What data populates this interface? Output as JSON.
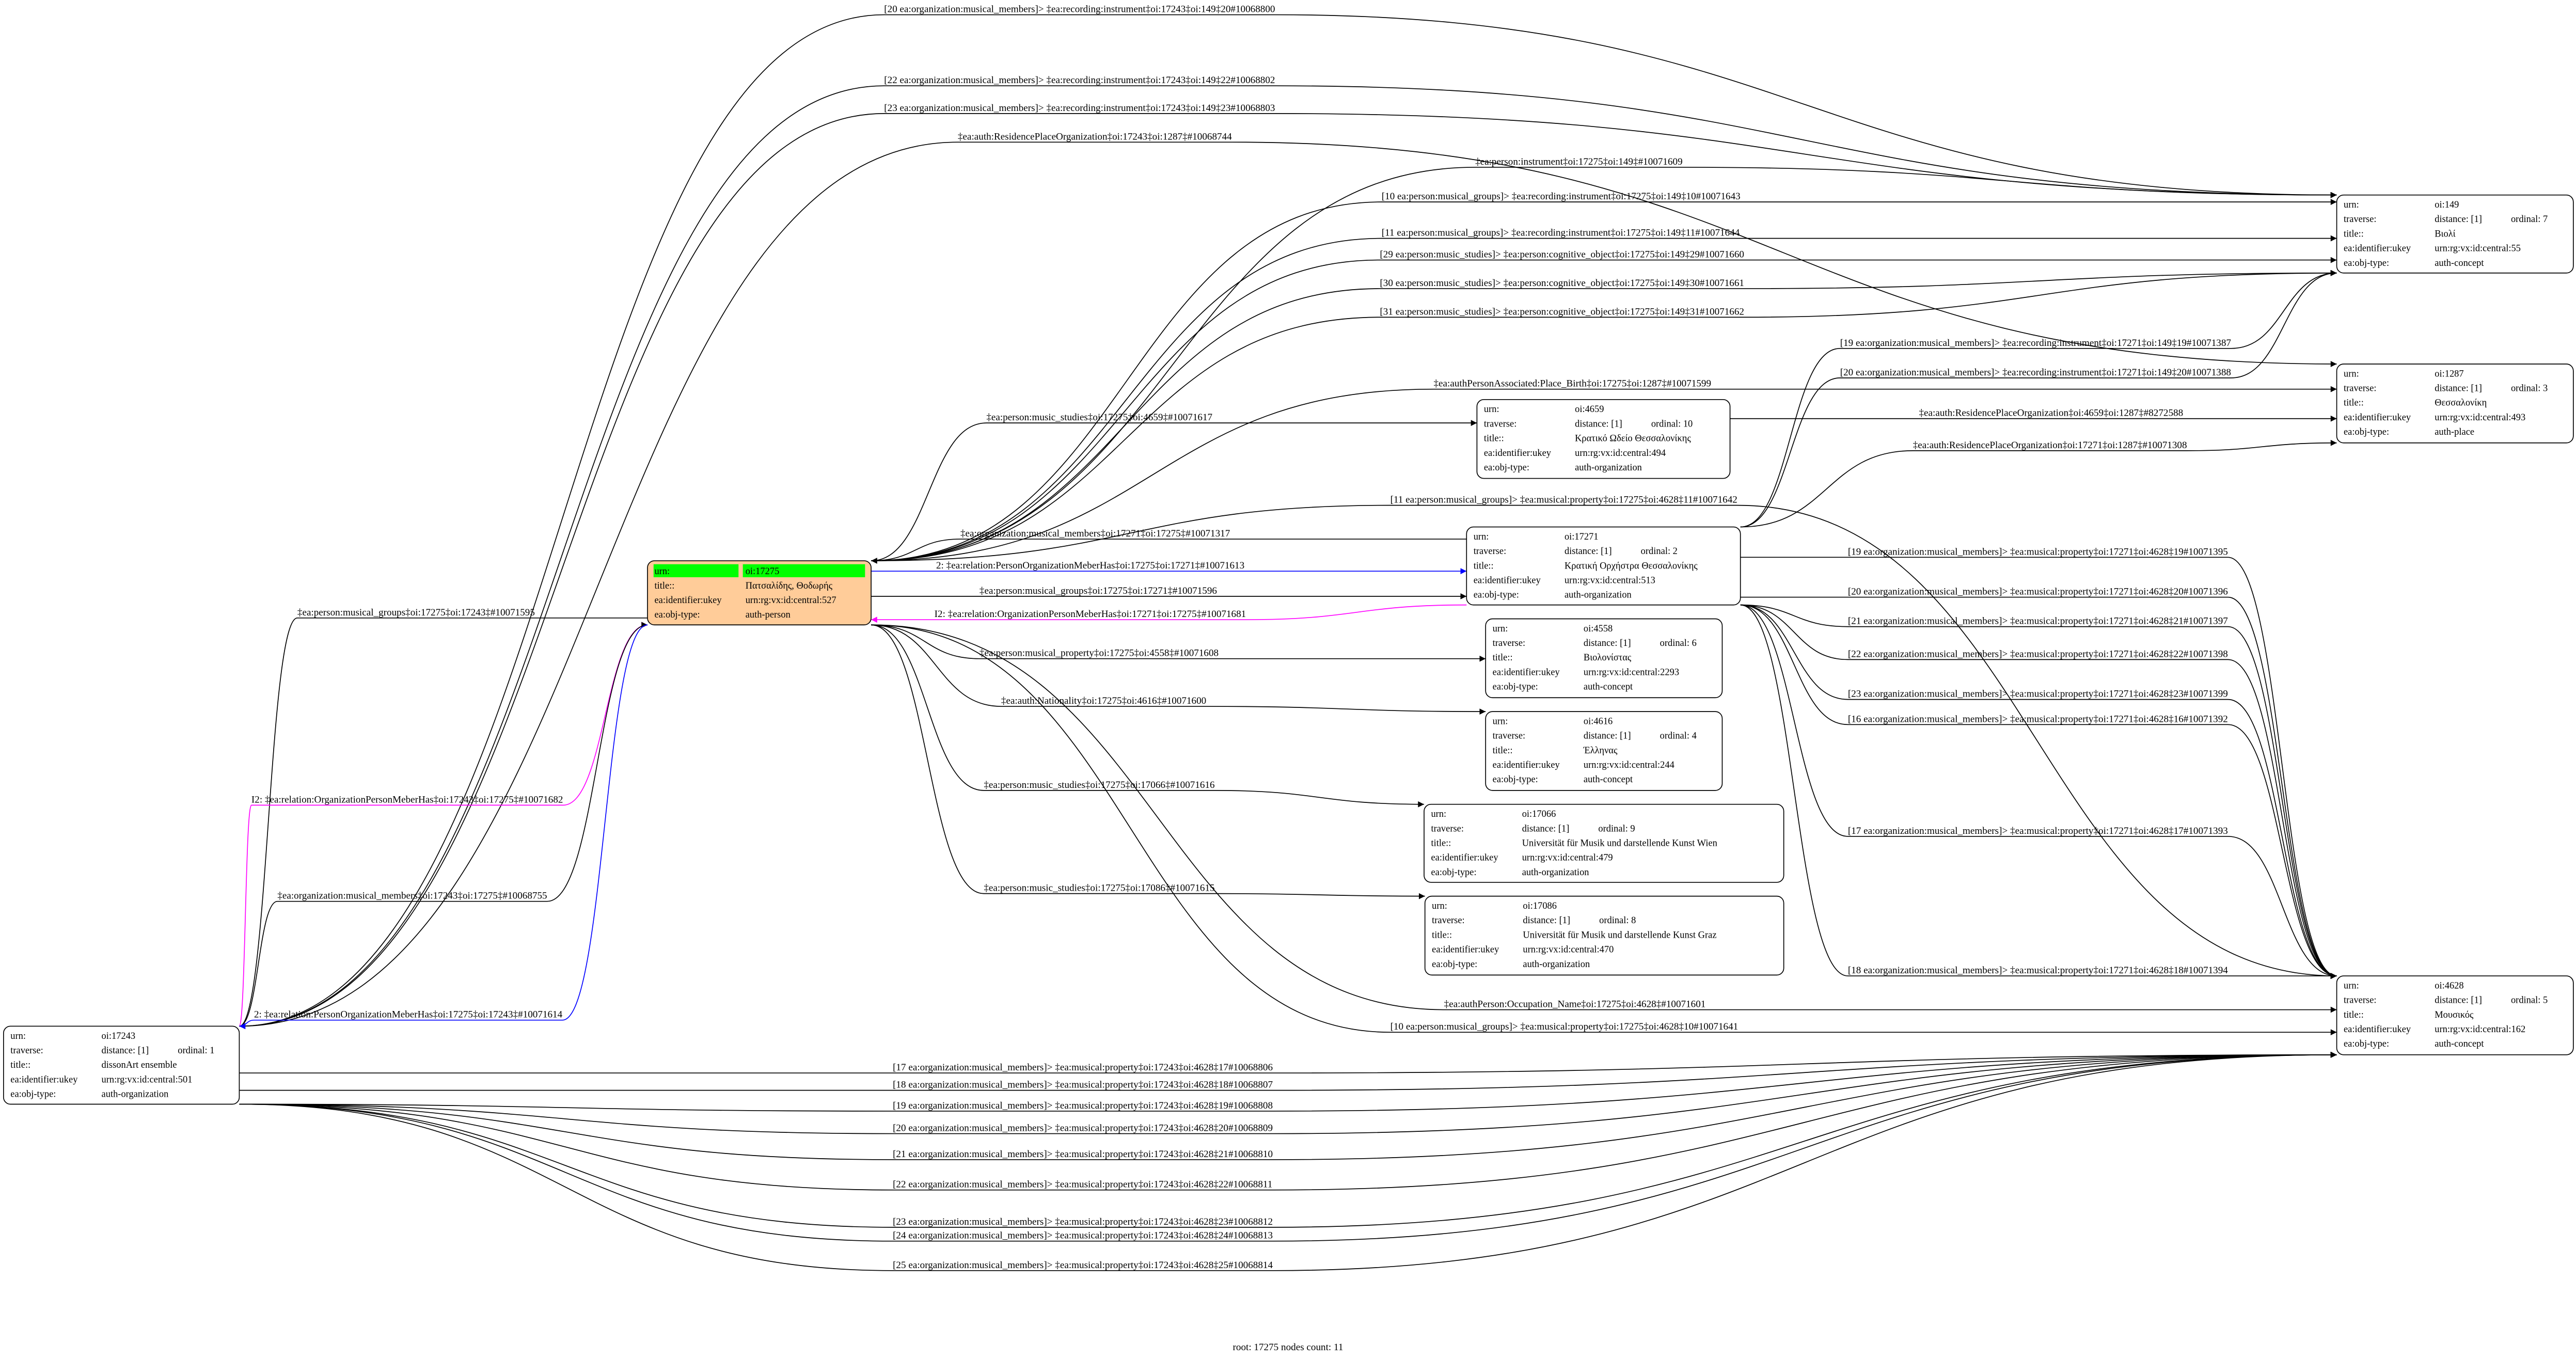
{
  "field_labels": {
    "urn": "urn:",
    "traverse": "traverse:",
    "title": "title::",
    "ukey": "ea:identifier:ukey",
    "objtype": "ea:obj-type:"
  },
  "colors": {
    "root_fill": "#ffcc99",
    "root_header": "#00ff00",
    "default_edge": "#000000",
    "relation_edge": "#0000ff",
    "inverse_relation_edge": "#ff00ff"
  },
  "nodes": [
    {
      "id": "oi:17275",
      "root": true,
      "urn": "oi:17275",
      "title": "Πατσαλίδης, Θοδωρής",
      "ukey": "urn:rg:vx:id:central:527",
      "objtype": "auth-person"
    },
    {
      "id": "oi:17243",
      "urn": "oi:17243",
      "distance": "distance: [1]",
      "ordinal": "ordinal: 1",
      "title": "dissonArt ensemble",
      "ukey": "urn:rg:vx:id:central:501",
      "objtype": "auth-organization"
    },
    {
      "id": "oi:4659",
      "urn": "oi:4659",
      "distance": "distance: [1]",
      "ordinal": "ordinal: 10",
      "title": "Κρατικό Ωδείο Θεσσαλονίκης",
      "ukey": "urn:rg:vx:id:central:494",
      "objtype": "auth-organization"
    },
    {
      "id": "oi:17271",
      "urn": "oi:17271",
      "distance": "distance: [1]",
      "ordinal": "ordinal: 2",
      "title": "Κρατική Ορχήστρα Θεσσαλονίκης",
      "ukey": "urn:rg:vx:id:central:513",
      "objtype": "auth-organization"
    },
    {
      "id": "oi:4558",
      "urn": "oi:4558",
      "distance": "distance: [1]",
      "ordinal": "ordinal: 6",
      "title": "Βιολονίστας",
      "ukey": "urn:rg:vx:id:central:2293",
      "objtype": "auth-concept"
    },
    {
      "id": "oi:4616",
      "urn": "oi:4616",
      "distance": "distance: [1]",
      "ordinal": "ordinal: 4",
      "title": "Έλληνας",
      "ukey": "urn:rg:vx:id:central:244",
      "objtype": "auth-concept"
    },
    {
      "id": "oi:17066",
      "urn": "oi:17066",
      "distance": "distance: [1]",
      "ordinal": "ordinal: 9",
      "title": "Universität für Musik und darstellende Kunst Wien",
      "ukey": "urn:rg:vx:id:central:479",
      "objtype": "auth-organization"
    },
    {
      "id": "oi:17086",
      "urn": "oi:17086",
      "distance": "distance: [1]",
      "ordinal": "ordinal: 8",
      "title": "Universität für Musik und darstellende Kunst Graz",
      "ukey": "urn:rg:vx:id:central:470",
      "objtype": "auth-organization"
    },
    {
      "id": "oi:149",
      "urn": "oi:149",
      "distance": "distance: [1]",
      "ordinal": "ordinal: 7",
      "title": "Βιολί",
      "ukey": "urn:rg:vx:id:central:55",
      "objtype": "auth-concept"
    },
    {
      "id": "oi:1287",
      "urn": "oi:1287",
      "distance": "distance: [1]",
      "ordinal": "ordinal: 3",
      "title": "Θεσσαλονίκη",
      "ukey": "urn:rg:vx:id:central:493",
      "objtype": "auth-place"
    },
    {
      "id": "oi:4628",
      "urn": "oi:4628",
      "distance": "distance: [1]",
      "ordinal": "ordinal: 5",
      "title": "Μουσικός",
      "ukey": "urn:rg:vx:id:central:162",
      "objtype": "auth-concept"
    }
  ],
  "edges": [
    {
      "from": "oi:17243",
      "to": "oi:149",
      "label": "[20 ea:organization:musical_members]> ‡ea:recording:instrument‡oi:17243‡oi:149‡20#10068800"
    },
    {
      "from": "oi:17243",
      "to": "oi:149",
      "label": "[22 ea:organization:musical_members]> ‡ea:recording:instrument‡oi:17243‡oi:149‡22#10068802"
    },
    {
      "from": "oi:17243",
      "to": "oi:149",
      "label": "[23 ea:organization:musical_members]> ‡ea:recording:instrument‡oi:17243‡oi:149‡23#10068803"
    },
    {
      "from": "oi:17243",
      "to": "oi:1287",
      "label": "‡ea:auth:ResidencePlaceOrganization‡oi:17243‡oi:1287‡#10068744"
    },
    {
      "from": "oi:17275",
      "to": "oi:149",
      "label": "‡ea:person:instrument‡oi:17275‡oi:149‡#10071609"
    },
    {
      "from": "oi:17275",
      "to": "oi:149",
      "label": "[10 ea:person:musical_groups]> ‡ea:recording:instrument‡oi:17275‡oi:149‡10#10071643"
    },
    {
      "from": "oi:17275",
      "to": "oi:149",
      "label": "[11 ea:person:musical_groups]> ‡ea:recording:instrument‡oi:17275‡oi:149‡11#10071644"
    },
    {
      "from": "oi:17275",
      "to": "oi:149",
      "label": "[29 ea:person:music_studies]> ‡ea:person:cognitive_object‡oi:17275‡oi:149‡29#10071660"
    },
    {
      "from": "oi:17275",
      "to": "oi:149",
      "label": "[30 ea:person:music_studies]> ‡ea:person:cognitive_object‡oi:17275‡oi:149‡30#10071661"
    },
    {
      "from": "oi:17275",
      "to": "oi:149",
      "label": "[31 ea:person:music_studies]> ‡ea:person:cognitive_object‡oi:17275‡oi:149‡31#10071662"
    },
    {
      "from": "oi:17271",
      "to": "oi:149",
      "label": "[19 ea:organization:musical_members]> ‡ea:recording:instrument‡oi:17271‡oi:149‡19#10071387"
    },
    {
      "from": "oi:17271",
      "to": "oi:149",
      "label": "[20 ea:organization:musical_members]> ‡ea:recording:instrument‡oi:17271‡oi:149‡20#10071388"
    },
    {
      "from": "oi:17275",
      "to": "oi:1287",
      "label": "‡ea:authPersonAssociated:Place_Birth‡oi:17275‡oi:1287‡#10071599"
    },
    {
      "from": "oi:4659",
      "to": "oi:1287",
      "label": "‡ea:auth:ResidencePlaceOrganization‡oi:4659‡oi:1287‡#8272588"
    },
    {
      "from": "oi:17275",
      "to": "oi:4659",
      "label": "‡ea:person:music_studies‡oi:17275‡oi:4659‡#10071617"
    },
    {
      "from": "oi:17271",
      "to": "oi:1287",
      "label": "‡ea:auth:ResidencePlaceOrganization‡oi:17271‡oi:1287‡#10071308"
    },
    {
      "from": "oi:17275",
      "to": "oi:4628",
      "label": "[11 ea:person:musical_groups]> ‡ea:musical:property‡oi:17275‡oi:4628‡11#10071642"
    },
    {
      "from": "oi:17271",
      "to": "oi:17275",
      "label": "‡ea:organization:musical_members‡oi:17271‡oi:17275‡#10071317"
    },
    {
      "from": "oi:17271",
      "to": "oi:4628",
      "label": "[19 ea:organization:musical_members]> ‡ea:musical:property‡oi:17271‡oi:4628‡19#10071395"
    },
    {
      "from": "oi:17275",
      "to": "oi:17271",
      "label": "2: ‡ea:relation:PersonOrganizationMeberHas‡oi:17275‡oi:17271‡#10071613",
      "color": "#0000ff"
    },
    {
      "from": "oi:17275",
      "to": "oi:17271",
      "label": "‡ea:person:musical_groups‡oi:17275‡oi:17271‡#10071596"
    },
    {
      "from": "oi:17271",
      "to": "oi:4628",
      "label": "[20 ea:organization:musical_members]> ‡ea:musical:property‡oi:17271‡oi:4628‡20#10071396"
    },
    {
      "from": "oi:17271",
      "to": "oi:17275",
      "label": "I2: ‡ea:relation:OrganizationPersonMeberHas‡oi:17271‡oi:17275‡#10071681",
      "color": "#ff00ff"
    },
    {
      "from": "oi:17275",
      "to": "oi:17243",
      "label": "‡ea:person:musical_groups‡oi:17275‡oi:17243‡#10071595"
    },
    {
      "from": "oi:17271",
      "to": "oi:4628",
      "label": "[21 ea:organization:musical_members]> ‡ea:musical:property‡oi:17271‡oi:4628‡21#10071397"
    },
    {
      "from": "oi:17275",
      "to": "oi:4558",
      "label": "‡ea:person:musical_property‡oi:17275‡oi:4558‡#10071608"
    },
    {
      "from": "oi:17271",
      "to": "oi:4628",
      "label": "[22 ea:organization:musical_members]> ‡ea:musical:property‡oi:17271‡oi:4628‡22#10071398"
    },
    {
      "from": "oi:17271",
      "to": "oi:4628",
      "label": "[23 ea:organization:musical_members]> ‡ea:musical:property‡oi:17271‡oi:4628‡23#10071399"
    },
    {
      "from": "oi:17275",
      "to": "oi:4616",
      "label": "‡ea:auth:Nationality‡oi:17275‡oi:4616‡#10071600"
    },
    {
      "from": "oi:17271",
      "to": "oi:4628",
      "label": "[16 ea:organization:musical_members]> ‡ea:musical:property‡oi:17271‡oi:4628‡16#10071392"
    },
    {
      "from": "oi:17275",
      "to": "oi:17066",
      "label": "‡ea:person:music_studies‡oi:17275‡oi:17066‡#10071616"
    },
    {
      "from": "oi:17243",
      "to": "oi:17275",
      "label": "I2: ‡ea:relation:OrganizationPersonMeberHas‡oi:17243‡oi:17275‡#10071682",
      "color": "#ff00ff"
    },
    {
      "from": "oi:17271",
      "to": "oi:4628",
      "label": "[17 ea:organization:musical_members]> ‡ea:musical:property‡oi:17271‡oi:4628‡17#10071393"
    },
    {
      "from": "oi:17275",
      "to": "oi:17086",
      "label": "‡ea:person:music_studies‡oi:17275‡oi:17086‡#10071615"
    },
    {
      "from": "oi:17243",
      "to": "oi:17275",
      "label": "‡ea:organization:musical_members‡oi:17243‡oi:17275‡#10068755"
    },
    {
      "from": "oi:17271",
      "to": "oi:4628",
      "label": "[18 ea:organization:musical_members]> ‡ea:musical:property‡oi:17271‡oi:4628‡18#10071394"
    },
    {
      "from": "oi:17275",
      "to": "oi:4628",
      "label": "‡ea:authPerson:Occupation_Name‡oi:17275‡oi:4628‡#10071601"
    },
    {
      "from": "oi:17275",
      "to": "oi:17243",
      "label": "2: ‡ea:relation:PersonOrganizationMeberHas‡oi:17275‡oi:17243‡#10071614",
      "color": "#0000ff"
    },
    {
      "from": "oi:17275",
      "to": "oi:4628",
      "label": "[10 ea:person:musical_groups]> ‡ea:musical:property‡oi:17275‡oi:4628‡10#10071641"
    },
    {
      "from": "oi:17243",
      "to": "oi:4628",
      "label": "[17 ea:organization:musical_members]> ‡ea:musical:property‡oi:17243‡oi:4628‡17#10068806"
    },
    {
      "from": "oi:17243",
      "to": "oi:4628",
      "label": "[18 ea:organization:musical_members]> ‡ea:musical:property‡oi:17243‡oi:4628‡18#10068807"
    },
    {
      "from": "oi:17243",
      "to": "oi:4628",
      "label": "[19 ea:organization:musical_members]> ‡ea:musical:property‡oi:17243‡oi:4628‡19#10068808"
    },
    {
      "from": "oi:17243",
      "to": "oi:4628",
      "label": "[20 ea:organization:musical_members]> ‡ea:musical:property‡oi:17243‡oi:4628‡20#10068809"
    },
    {
      "from": "oi:17243",
      "to": "oi:4628",
      "label": "[21 ea:organization:musical_members]> ‡ea:musical:property‡oi:17243‡oi:4628‡21#10068810"
    },
    {
      "from": "oi:17243",
      "to": "oi:4628",
      "label": "[22 ea:organization:musical_members]> ‡ea:musical:property‡oi:17243‡oi:4628‡22#10068811"
    },
    {
      "from": "oi:17243",
      "to": "oi:4628",
      "label": "[23 ea:organization:musical_members]> ‡ea:musical:property‡oi:17243‡oi:4628‡23#10068812"
    },
    {
      "from": "oi:17243",
      "to": "oi:4628",
      "label": "[24 ea:organization:musical_members]> ‡ea:musical:property‡oi:17243‡oi:4628‡24#10068813"
    },
    {
      "from": "oi:17243",
      "to": "oi:4628",
      "label": "[25 ea:organization:musical_members]> ‡ea:musical:property‡oi:17243‡oi:4628‡25#10068814"
    }
  ],
  "caption": "root: 17275 nodes count: 11"
}
